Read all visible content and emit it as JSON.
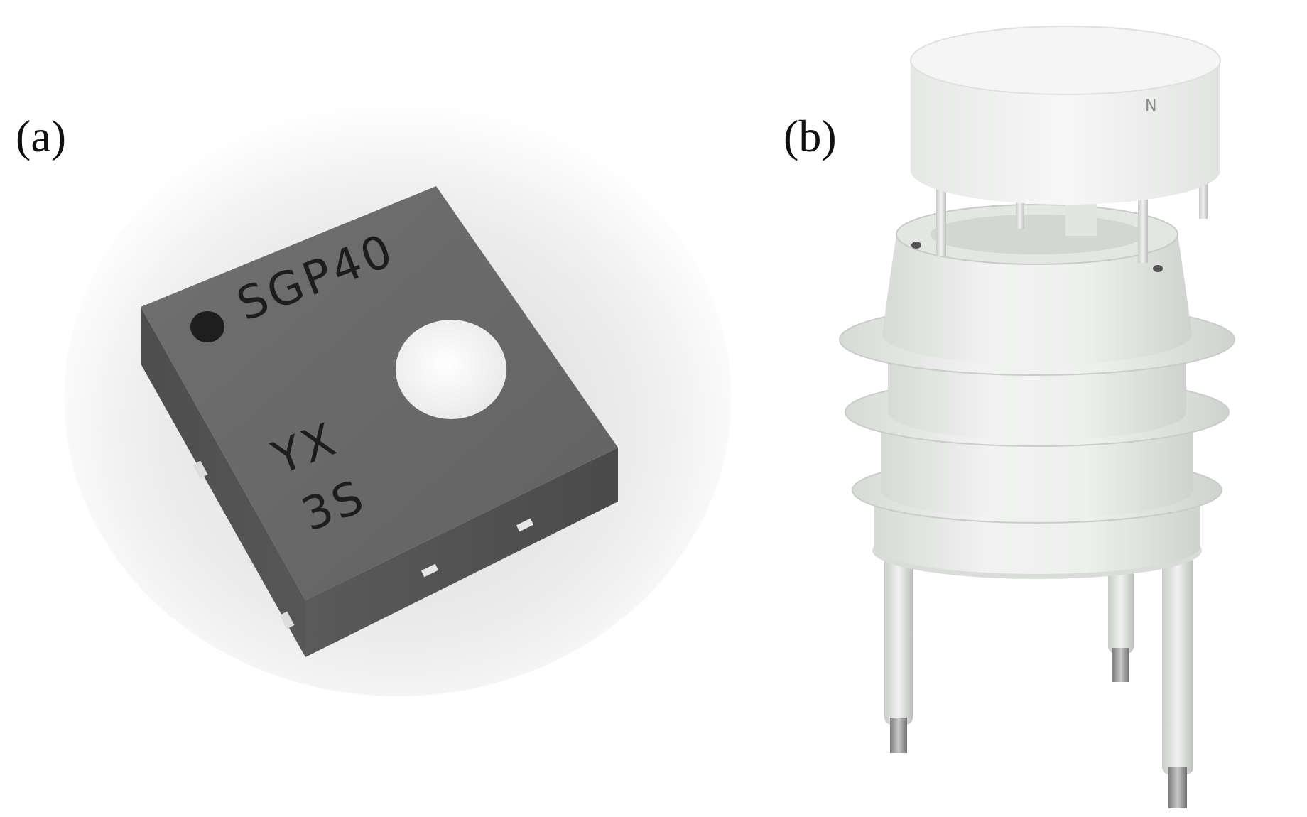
{
  "figure": {
    "panels": [
      {
        "label": "(a)",
        "subject": "sensor-chip"
      },
      {
        "label": "(b)",
        "subject": "weather-station"
      }
    ],
    "chip_markings": {
      "top_line": "SGP40",
      "line2": "YX",
      "line3": "3S"
    },
    "station_marking": "N",
    "colors": {
      "chip_top": "#6b6b6b",
      "chip_side": "#555555",
      "station_body": "#eaecea",
      "background": "#ffffff"
    }
  }
}
